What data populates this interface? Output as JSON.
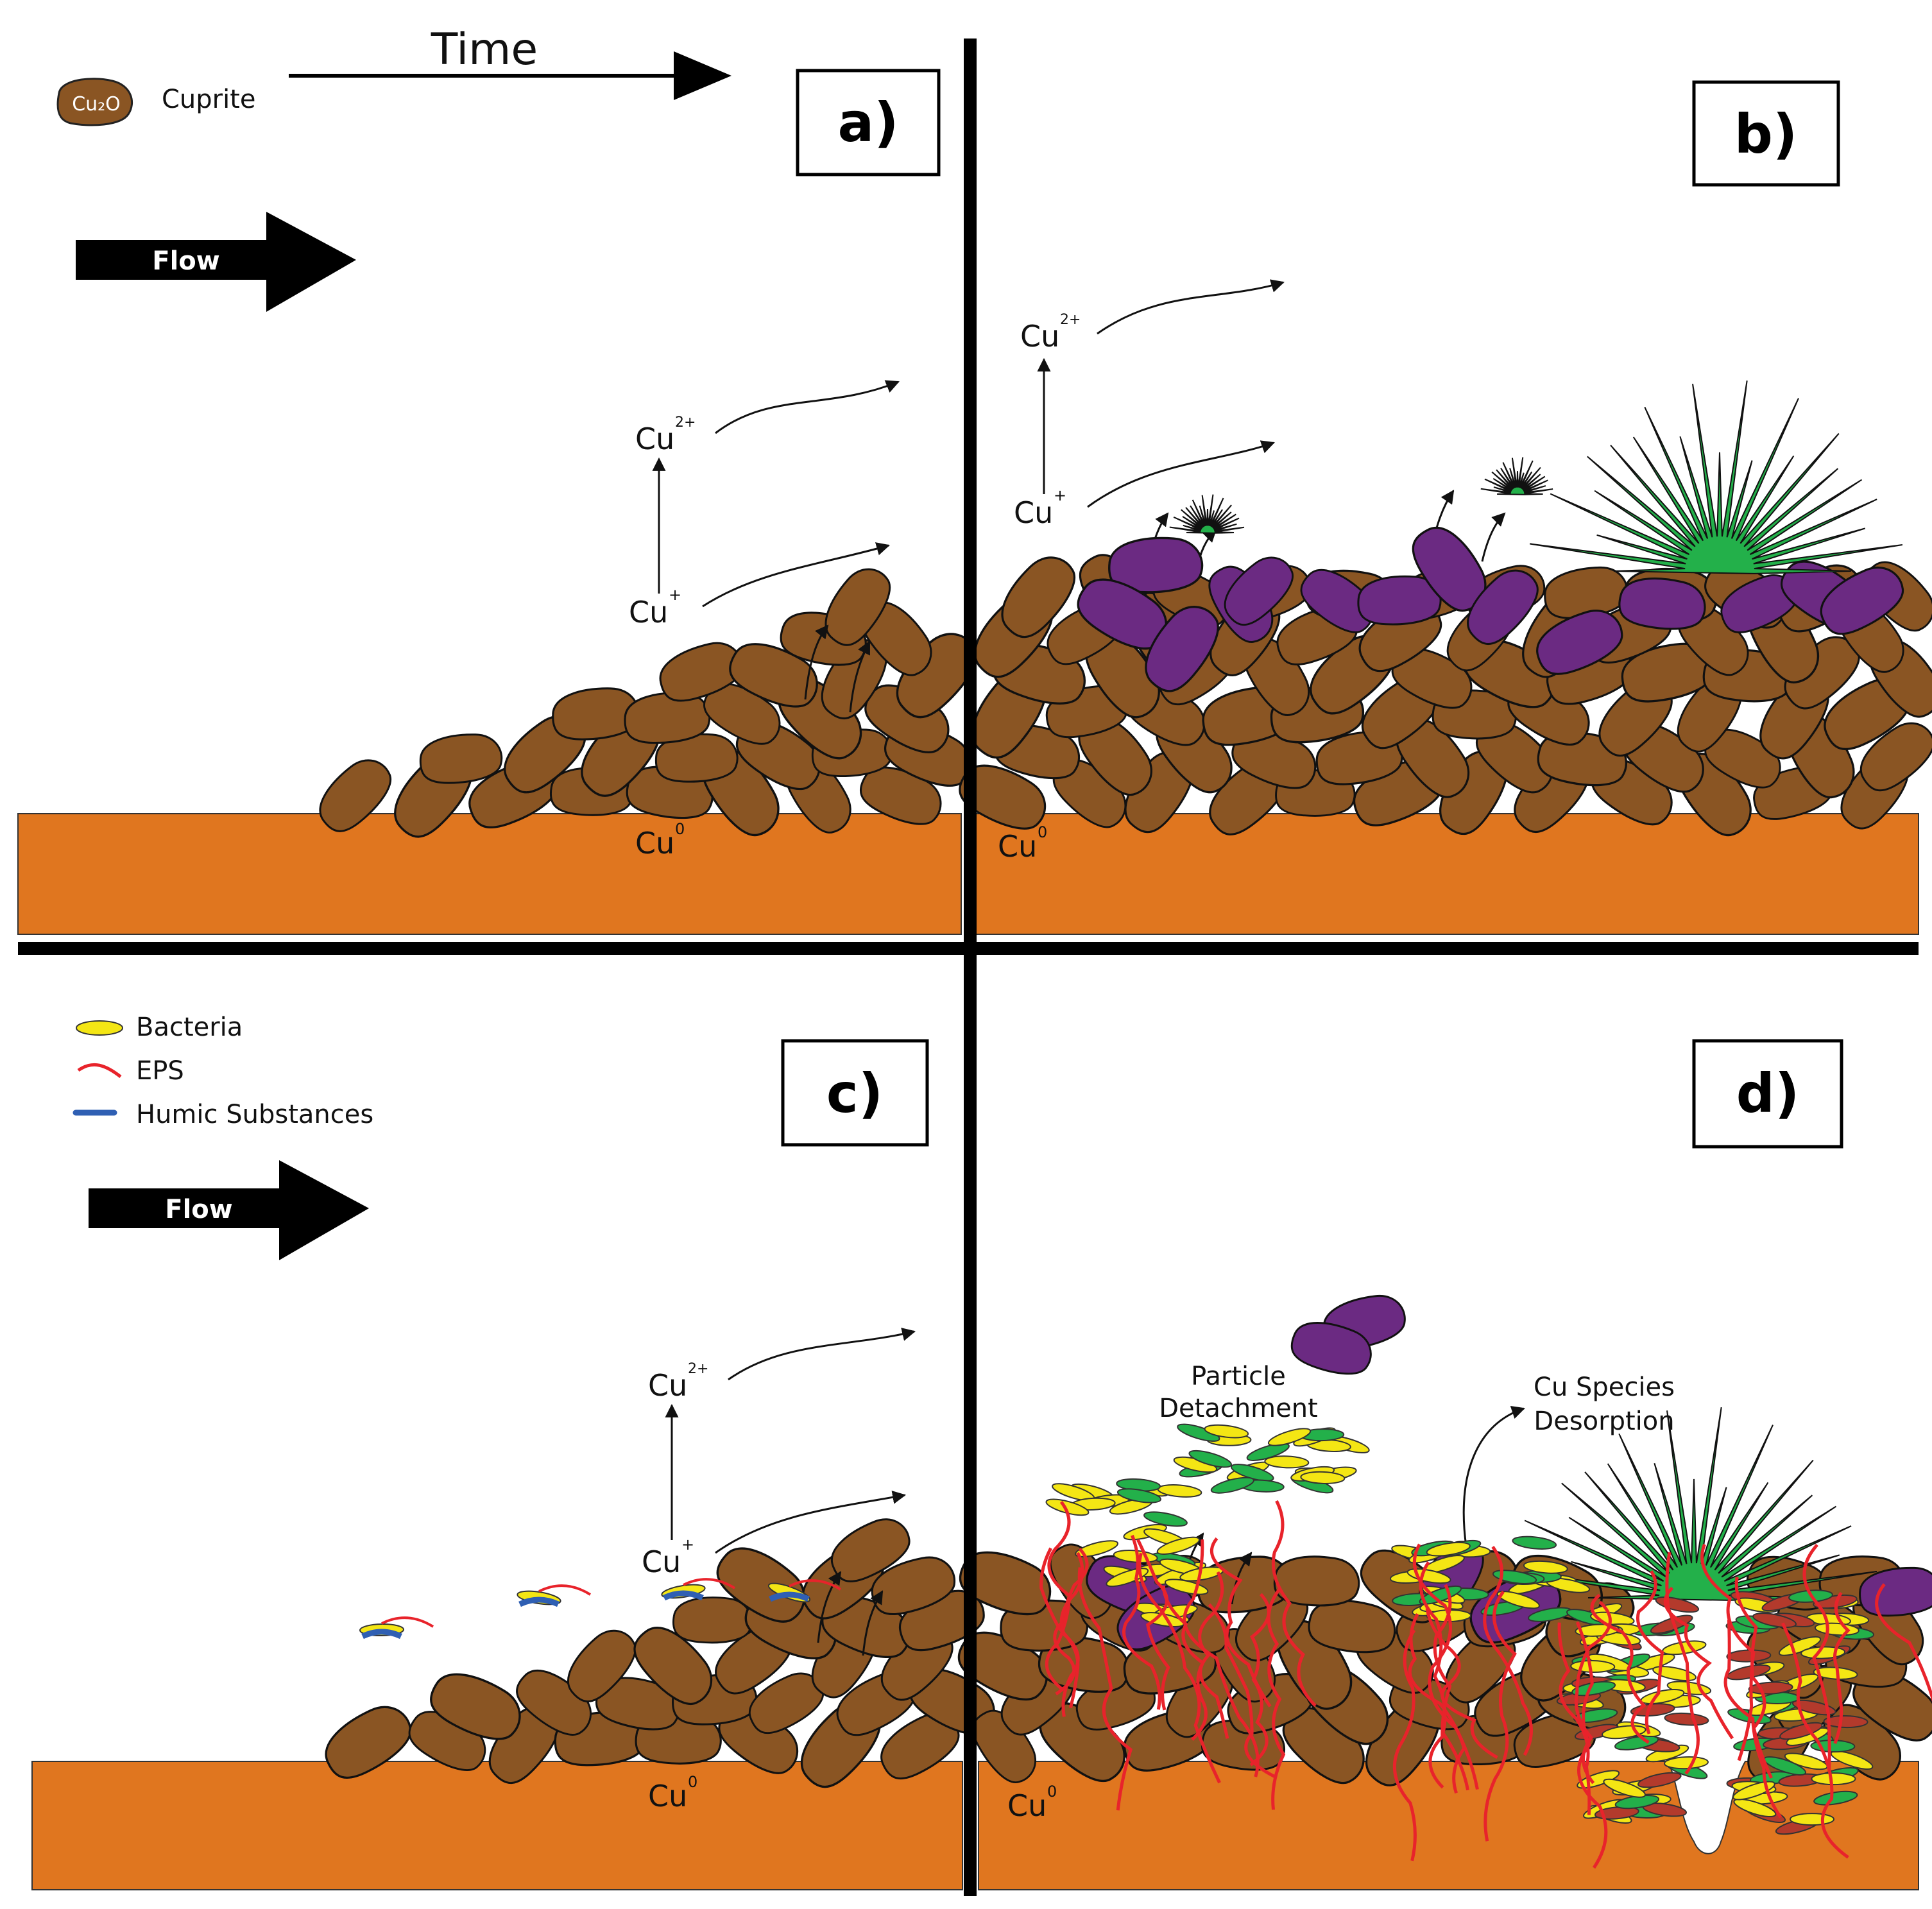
{
  "legend_top": {
    "cuprite_badge": "Cu₂O",
    "cuprite_label": "Cuprite",
    "time_label": "Time"
  },
  "legend_bottom": {
    "bacteria": "Bacteria",
    "eps": "EPS",
    "humic": "Humic Substances"
  },
  "flow_label": "Flow",
  "species": {
    "cu": "Cu",
    "plus": "+",
    "twoplus": "2+",
    "zero": "0"
  },
  "panels": {
    "a": "a)",
    "b": "b)",
    "c": "c)",
    "d": "d)"
  },
  "annotations": {
    "particle_line1": "Particle",
    "particle_line2": "Detachment",
    "desorption_line1": "Cu Species",
    "desorption_line2": "Desorption"
  },
  "colors": {
    "copper": "#e0761f",
    "cuprite": "#8a5523",
    "purple": "#6b2a82",
    "green": "#23b04a",
    "bacteria": "#f4e614",
    "eps": "#e8232b",
    "humic": "#2f5fb3",
    "divider": "#000000"
  }
}
